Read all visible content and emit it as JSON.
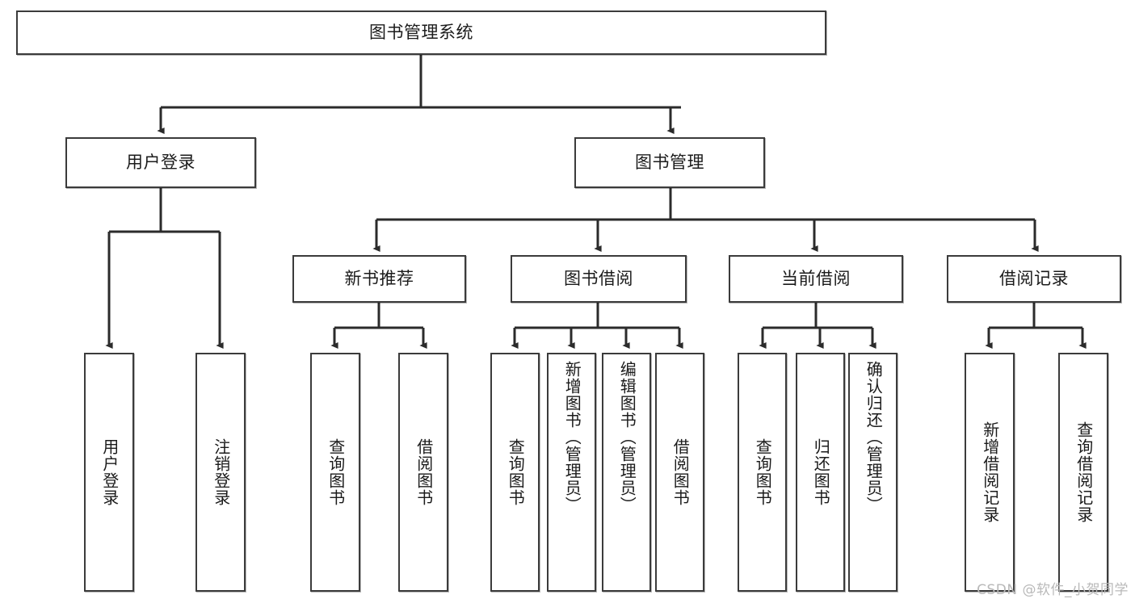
{
  "diagram": {
    "title": "图书管理系统",
    "type": "tree-hierarchy",
    "orientation": "top-down",
    "colors": {
      "node_border": "#3b3b3b",
      "node_fill": "#ffffff",
      "edge": "#2b2b2b",
      "text": "#1b1b1b",
      "watermark": "#b9b9b9",
      "background": "#ffffff"
    }
  },
  "root": {
    "label": "图书管理系统"
  },
  "level2": [
    {
      "label": "用户登录"
    },
    {
      "label": "图书管理"
    }
  ],
  "level3": [
    {
      "label": "新书推荐"
    },
    {
      "label": "图书借阅"
    },
    {
      "label": "当前借阅"
    },
    {
      "label": "借阅记录"
    }
  ],
  "leaves": {
    "user_login": [
      {
        "label": "用户登录"
      },
      {
        "label": "注销登录"
      }
    ],
    "new_book_recommend": [
      {
        "label": "查询图书"
      },
      {
        "label": "借阅图书"
      }
    ],
    "book_borrow": [
      {
        "label": "查询图书"
      },
      {
        "label": "新增图书（管理员）"
      },
      {
        "label": "编辑图书（管理员）"
      },
      {
        "label": "借阅图书"
      }
    ],
    "current_borrow": [
      {
        "label": "查询图书"
      },
      {
        "label": "归还图书"
      },
      {
        "label": "确认归还（管理员）"
      }
    ],
    "borrow_record": [
      {
        "label": "新增借阅记录"
      },
      {
        "label": "查询借阅记录"
      }
    ]
  },
  "watermark": {
    "text": "CSDN @软件_小贺同学"
  }
}
